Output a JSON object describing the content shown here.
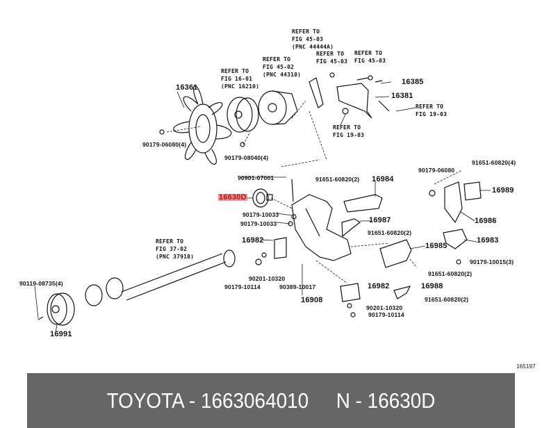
{
  "labels": [
    "REFER TO\nFIG 45-03\n(PNC 44444A)",
    "REFER TO\nFIG 45-03",
    "REFER TO\nFIG 45-03",
    "REFER TO\nFIG 45-02\n(PNC 44310)",
    "REFER TO\nFIG 16-01\n(PNC 16210)",
    "16361",
    "16385",
    "16381",
    "REFER TO\nFIG 19-03",
    "REFER TO\nFIG 19-03",
    "90179-06080(4)",
    "90179-08040(4)",
    "90901-07001",
    "91651-60820(2)",
    "16984",
    "90179-06080",
    "91651-60820(4)",
    "16989",
    "16630D",
    "90179-10033",
    "90179-10033",
    "16987",
    "16986",
    "91651-60820(2)",
    "16982",
    "16983",
    "16985",
    "REFER TO\nFIG 37-02\n(PNC 37910)",
    "90179-10015(3)",
    "90201-10320",
    "90179-10114",
    "90389-10017",
    "16908",
    "91651-60820(2)",
    "16982",
    "16988",
    "91651-60820(2)",
    "90201-10320",
    "90179-10114",
    "90119-08735(4)",
    "16991",
    "165197"
  ],
  "footer": {
    "brand_part": "TOYOTA - 1663064010",
    "ref": "N - 16630D"
  },
  "colors": {
    "highlight": "#f08f8f",
    "footer_bg": "#666666"
  }
}
